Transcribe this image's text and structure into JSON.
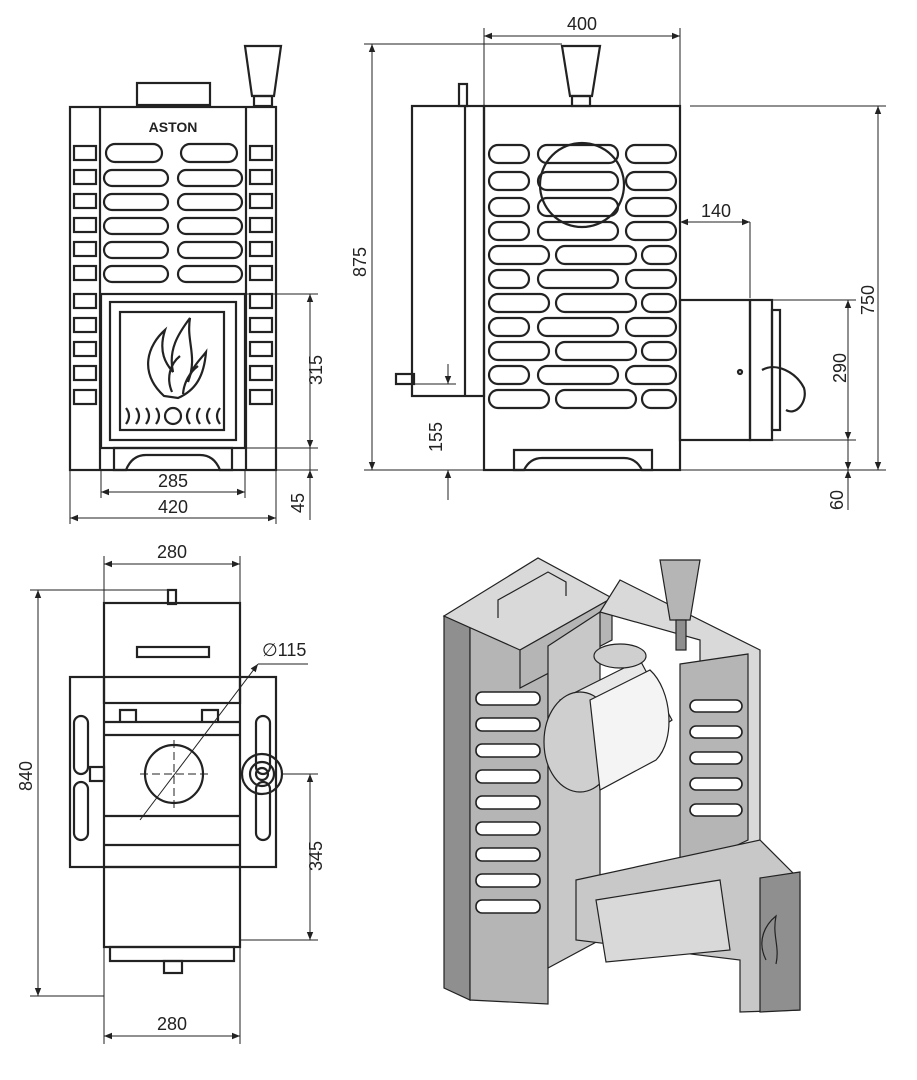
{
  "brand": "ASTON",
  "front_view": {
    "dims": {
      "door_height": "315",
      "door_width": "285",
      "overall_width": "420",
      "base_height": "45"
    }
  },
  "side_view": {
    "dims": {
      "top_width": "400",
      "total_height": "875",
      "tank_depth": "140",
      "body_height": "750",
      "tunnel_height": "290",
      "inlet_height": "155",
      "tunnel_base": "60"
    }
  },
  "top_view": {
    "dims": {
      "top_width": "280",
      "flue_diameter": "∅115",
      "overall_depth": "840",
      "flue_offset": "345",
      "bottom_width": "280"
    }
  },
  "colors": {
    "line": "#222222",
    "iso_light": "#d9d9d9",
    "iso_mid": "#b5b5b5",
    "iso_dark": "#8f8f8f"
  }
}
